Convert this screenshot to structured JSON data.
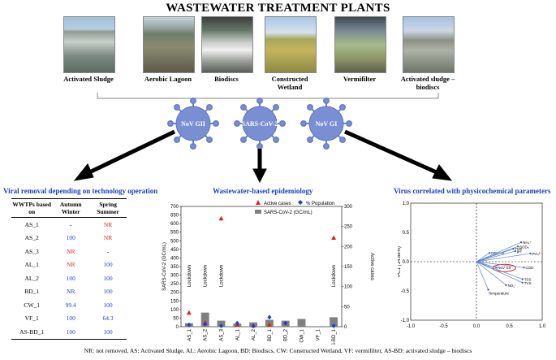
{
  "title": "WASTEWATER TREATMENT PLANTS",
  "plants": [
    {
      "label": "Activated Sludge",
      "icon": "activated-sludge-photo"
    },
    {
      "label": "Aerobic Lagoon",
      "icon": "aerobic-lagoon-photo"
    },
    {
      "label": "Biodiscs",
      "icon": "biodiscs-photo"
    },
    {
      "label": "Constructed Wetland",
      "icon": "constructed-wetland-photo"
    },
    {
      "label": "Vermifilter",
      "icon": "vermifilter-photo"
    },
    {
      "label": "Activated sludge – biodiscs",
      "icon": "activated-sludge-biodiscs-photo"
    }
  ],
  "viruses": [
    "NoV GII",
    "SARS-CoV-2",
    "NoV GI"
  ],
  "sections": {
    "left": "Viral removal depending on technology operation",
    "center": "Wastewater-based epidemiology",
    "right": "Virus correlated with physicochemical parameters"
  },
  "removal_table": {
    "headers": [
      "WWTPs based on",
      "Autumn Winter",
      "Spring Summer"
    ],
    "rows": [
      {
        "plant": "AS_1",
        "autumn": "-",
        "autumn_color": "black",
        "spring": "NR",
        "spring_color": "red"
      },
      {
        "plant": "AS_2",
        "autumn": "100",
        "autumn_color": "blue",
        "spring": "NR",
        "spring_color": "red"
      },
      {
        "plant": "AS_3",
        "autumn": "NR",
        "autumn_color": "red",
        "spring": "-",
        "spring_color": "black"
      },
      {
        "plant": "AL_1",
        "autumn": "NR",
        "autumn_color": "red",
        "spring": "100",
        "spring_color": "blue"
      },
      {
        "plant": "AL_2",
        "autumn": "100",
        "autumn_color": "blue",
        "spring": "100",
        "spring_color": "blue"
      },
      {
        "plant": "BD_1",
        "autumn": "NR",
        "autumn_color": "blue",
        "spring": "100",
        "spring_color": "blue"
      },
      {
        "plant": "CW_1",
        "autumn": "99.4",
        "autumn_color": "blue",
        "spring": "100",
        "spring_color": "blue"
      },
      {
        "plant": "VF_1",
        "autumn": "100",
        "autumn_color": "blue",
        "spring": "64.3",
        "spring_color": "blue"
      },
      {
        "plant": "AS-BD_1",
        "autumn": "100",
        "autumn_color": "blue",
        "spring": "100",
        "spring_color": "blue"
      }
    ]
  },
  "chart_data": [
    {
      "type": "bar",
      "categories": [
        "AS_1",
        "AS_2",
        "AS_3",
        "AL_1",
        "AL_2",
        "BD_1",
        "BD_2",
        "CW_1",
        "VF_1",
        "AS-BD_1"
      ],
      "ylabel": "SARS-CoV-2 (GC/mL)",
      "y2label": "Active cases",
      "ylim": [
        0,
        700
      ],
      "y2lim": [
        0,
        300
      ],
      "yticks": [
        0,
        50,
        100,
        150,
        200,
        250,
        300,
        350,
        400,
        450,
        500,
        550,
        600,
        650,
        700
      ],
      "y2ticks": [
        0,
        50,
        100,
        150,
        200,
        250,
        300
      ],
      "legend": [
        "Active cases",
        "% Population",
        "SARS-CoV-2 (GC/mL)"
      ],
      "annotation": "Lockdown",
      "series": [
        {
          "name": "SARS-CoV-2 (GC/mL)",
          "values": [
            20,
            82,
            35,
            18,
            25,
            40,
            35,
            45,
            0,
            55
          ]
        },
        {
          "name": "Active cases",
          "values": [
            35,
            10,
            270,
            5,
            3,
            5,
            0,
            0,
            0,
            222
          ]
        },
        {
          "name": "% Population",
          "values": [
            10,
            15,
            5,
            20,
            3,
            55,
            20,
            0,
            0,
            5
          ]
        }
      ],
      "bar_color": "#808080",
      "active_cases_color": "#e02020",
      "population_color": "#1e3fcf"
    },
    {
      "type": "scatter",
      "xlabel": "",
      "ylabel": "PC1 (14.88%)",
      "xlim": [
        -1,
        1
      ],
      "ylim": [
        -1,
        1
      ],
      "xticks": [
        "-1.0",
        "-0.5",
        "0.0",
        "0.5",
        "1.0"
      ],
      "yticks": [
        "-1.0",
        "-0.5",
        "0.0",
        "0.5",
        "1.0"
      ],
      "highlight": "NoV GII",
      "vectors": [
        {
          "name": "NO₃⁻-N",
          "x": 0.2,
          "y": 0.15
        },
        {
          "name": "NH₄⁺",
          "x": 0.68,
          "y": 0.33
        },
        {
          "name": "BOD₅",
          "x": 0.63,
          "y": 0.26
        },
        {
          "name": "TDS",
          "x": 0.56,
          "y": 0.22
        },
        {
          "name": "pH",
          "x": 0.59,
          "y": 0.18
        },
        {
          "name": "PO₄³⁻",
          "x": 0.82,
          "y": 0.14
        },
        {
          "name": "NoV GII",
          "x": 0.3,
          "y": -0.1
        },
        {
          "name": "COD",
          "x": 0.72,
          "y": -0.1
        },
        {
          "name": "TSS",
          "x": 0.7,
          "y": -0.3
        },
        {
          "name": "TVS",
          "x": 0.7,
          "y": -0.36
        },
        {
          "name": "NO₂⁻",
          "x": 0.45,
          "y": -0.4
        },
        {
          "name": "Temperature",
          "x": 0.18,
          "y": -0.48
        }
      ]
    }
  ],
  "footnote": "NR: not removed, AS: Activated Sludge, AL: Aerobic Lagoon, BD: Biodiscs, CW: Constructed Wetland, VF: vermifilter, AS-BD: activated sludge – biodiscs"
}
